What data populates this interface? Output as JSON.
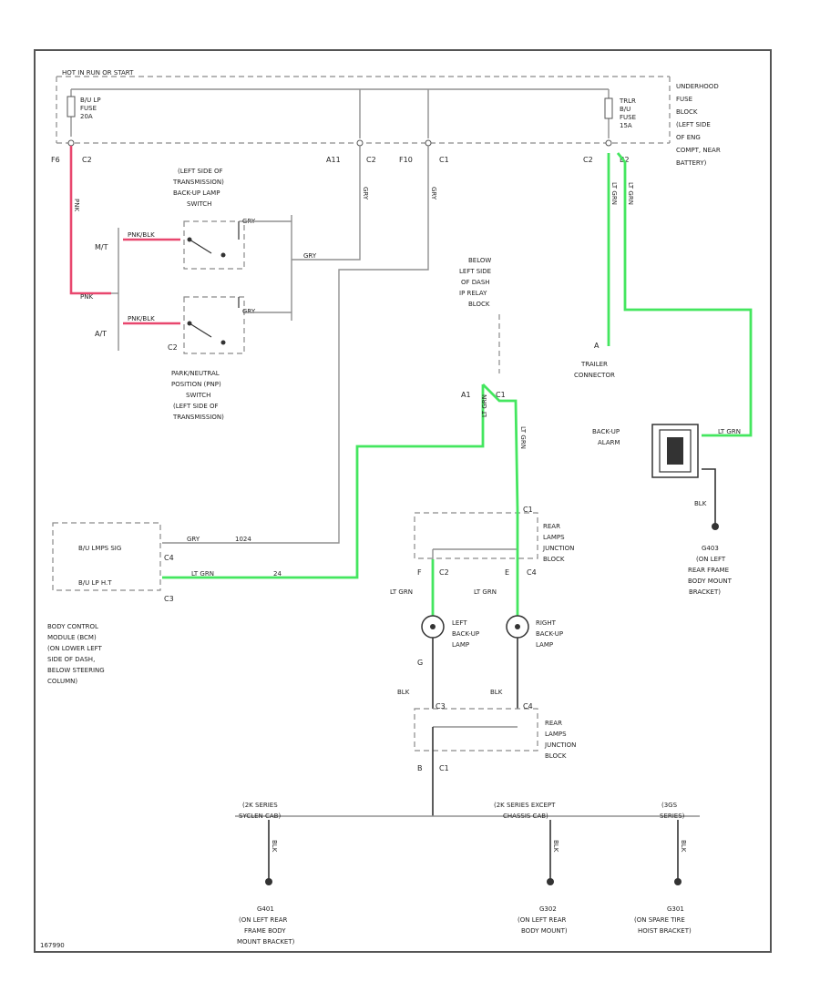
{
  "diagram": {
    "fuse_box_header": "HOT IN RUN OR START",
    "backup_fuse": [
      "B/U LP",
      "FUSE",
      "20A"
    ],
    "trailer_fuse": [
      "TRLR",
      "B/U",
      "FUSE",
      "15A"
    ],
    "underhood_fuse_block": [
      "UNDERHOOD",
      "FUSE",
      "BLOCK",
      "(LEFT SIDE",
      "OF ENG",
      "COMPT, NEAR",
      "BATTERY)"
    ],
    "connector_labels": {
      "f6": "F6",
      "c2_left": "C2",
      "a11": "A11",
      "c2_mid": "C2",
      "f10": "F10",
      "c1_top": "C1",
      "c2_right": "C2",
      "b2": "B2",
      "a1": "A1",
      "c1_relay": "C1",
      "c4_bcm": "C4",
      "c3_bcm": "C3",
      "c1_jb_top": "C1",
      "c4_jb_right": "C4",
      "f_left": "F",
      "c2_left_lamp": "C2",
      "e_right": "E",
      "g_left": "G",
      "c3_lower": "C3",
      "c4_lower": "C4",
      "b_lower": "B",
      "c1_lower": "C1"
    },
    "wire_labels": {
      "w_pink_top": "PNK",
      "w_pink_mt": "PNK/BLK",
      "w_pink_at": "PNK/BLK",
      "w_pink_join": "PNK",
      "w_grn_sw1": "GRY",
      "w_grn_sw2": "GRY",
      "w_gry_main": "GRY",
      "w_gry_a11": "GRY",
      "w_gry_f10": "GRY",
      "w_trlr1": "LT GRN",
      "w_trlr2": "LT GRN",
      "w_ltgrn_relay": "LT GRN",
      "w_ltgrn_jb": "LT GRN",
      "w_gry_bcm": "GRY",
      "w_ltgrn_bcm": "LT GRN",
      "w_ltgrn_left": "LT GRN",
      "w_ltgrn_right": "LT GRN",
      "w_blk_left": "BLK",
      "w_blk_right": "BLK",
      "w_blk_alarm": "BLK",
      "w_ltgrn_alarm": "LT GRN",
      "w_blk_g1": "BLK",
      "w_blk_g2": "BLK",
      "w_blk_g3": "BLK"
    },
    "splice_labels": {
      "s1": "1024",
      "s2": "24"
    },
    "mt_label": "M/T",
    "at_label": "A/T",
    "c2_sw": "C2",
    "left_switch": [
      "(LEFT SIDE OF",
      "TRANSMISSION)",
      "BACK-UP LAMP",
      "SWITCH"
    ],
    "pnp_switch": [
      "PARK/NEUTRAL",
      "POSITION (PNP)",
      "SWITCH",
      "(LEFT SIDE OF",
      "TRANSMISSION)"
    ],
    "relay_block": [
      "BELOW",
      "LEFT SIDE",
      "OF DASH",
      "IP RELAY",
      "BLOCK"
    ],
    "trailer_connector": [
      "A",
      "TRAILER",
      "CONNECTOR"
    ],
    "backup_alarm": [
      "BACK-UP",
      "ALARM"
    ],
    "bcm_signals": [
      "B/U LMPS SIG",
      "B/U LP H.T"
    ],
    "bcm_title": [
      "BODY CONTROL",
      "MODULE (BCM)",
      "(ON LOWER LEFT",
      "SIDE OF DASH,",
      "BELOW STEERING",
      "COLUMN)"
    ],
    "rear_jb_top": [
      "REAR",
      "LAMPS",
      "JUNCTION",
      "BLOCK"
    ],
    "rear_jb_bottom": [
      "REAR",
      "LAMPS",
      "JUNCTION",
      "BLOCK"
    ],
    "left_lamp": [
      "LEFT",
      "BACK-UP",
      "LAMP"
    ],
    "right_lamp": [
      "RIGHT",
      "BACK-UP",
      "LAMP"
    ],
    "g403": [
      "G403",
      "(ON LEFT",
      "REAR FRAME",
      "BODY MOUNT",
      "BRACKET)"
    ],
    "series_left": [
      "(2K SERIES",
      "SYCLEN CAB)"
    ],
    "series_mid": [
      "(2K SERIES EXCEPT",
      "CHASSIS CAB)"
    ],
    "series_right": [
      "(3GS",
      "SERIES)"
    ],
    "g401": [
      "G401",
      "(ON LEFT REAR",
      "FRAME BODY",
      "MOUNT BRACKET)"
    ],
    "g302": [
      "G302",
      "(ON LEFT REAR",
      "BODY MOUNT)"
    ],
    "g301": [
      "G301",
      "(ON SPARE TIRE",
      "HOIST BRACKET)"
    ],
    "footer_code": "167990"
  },
  "colors": {
    "pink_wire": "#e8476e",
    "green_wire": "#44e65f",
    "gray_wire": "#909090",
    "black_wire": "#333333"
  }
}
